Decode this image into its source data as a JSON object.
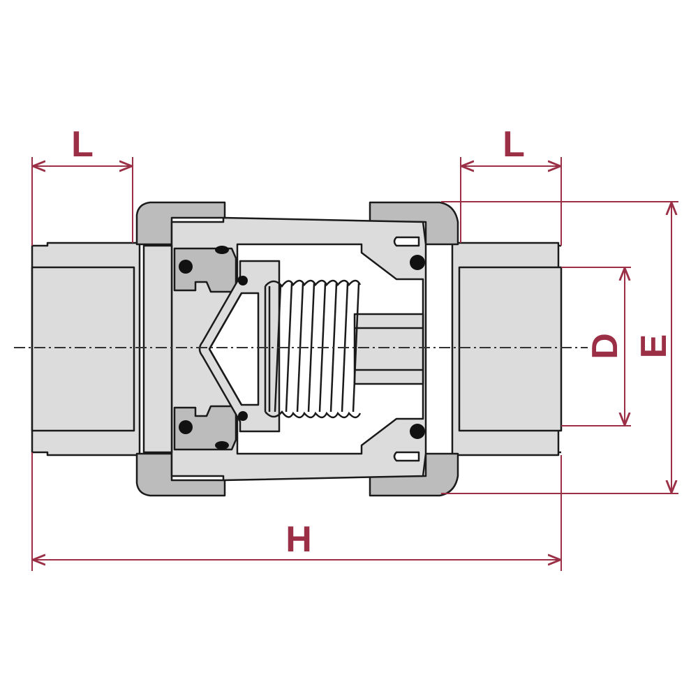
{
  "diagram": {
    "labels": {
      "left_length": "L",
      "right_length": "L",
      "total_length": "H",
      "inner_diameter": "D",
      "outer_diameter": "E"
    },
    "colors": {
      "dimension": "#9b2f45",
      "outline": "#1a1a1a",
      "body_fill": "#dcdcdc",
      "nut_fill": "#bcbcbc",
      "background": "#ffffff",
      "seal": "#111111"
    }
  }
}
